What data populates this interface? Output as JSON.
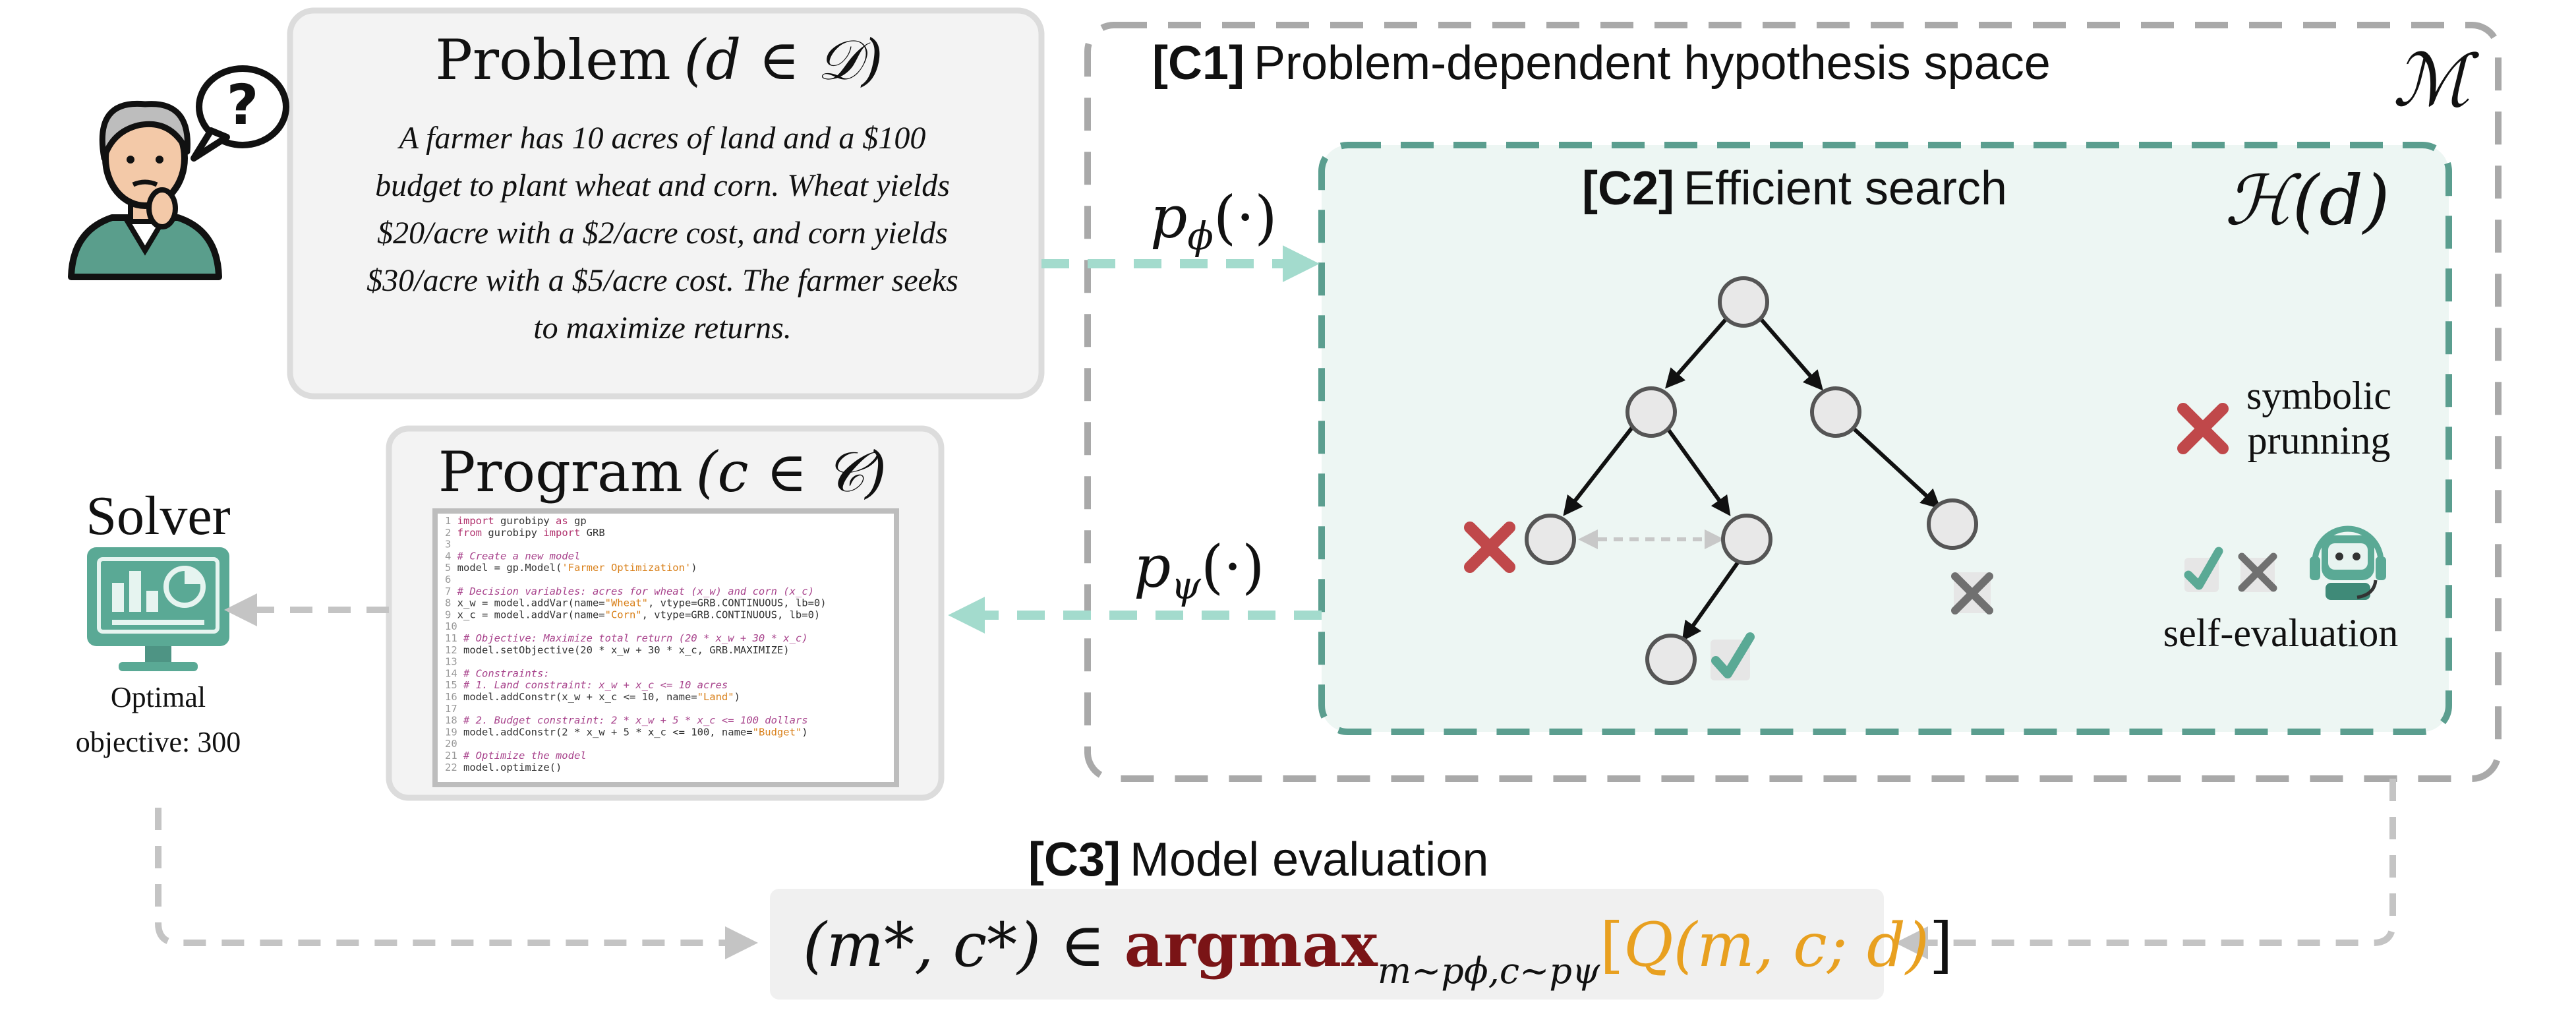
{
  "problem": {
    "title_word": "Problem",
    "title_math": "(d ∈ 𝒟)",
    "text_lines": [
      "A farmer has 10  acres of land and a $100",
      "budget to plant wheat and corn. Wheat yields",
      "$20/acre with a $2/acre cost, and corn yields",
      "$30/acre with a $5/acre cost. The farmer seeks",
      "to maximize returns."
    ]
  },
  "c1": {
    "tag": "[C1]",
    "label": "Problem-dependent hypothesis space",
    "space_symbol": "ℳ"
  },
  "c2": {
    "tag": "[C2]",
    "label": "Efficient search",
    "space_symbol": "ℋ(d)"
  },
  "c3": {
    "tag": "[C3]",
    "label": "Model evaluation"
  },
  "p_phi": {
    "base": "p",
    "sub": "ϕ",
    "arg": "(·)"
  },
  "p_psi": {
    "base": "p",
    "sub": "ψ",
    "arg": "(·)"
  },
  "legend": {
    "symbolic_line1": "symbolic",
    "symbolic_line2": "prunning",
    "self_eval": "self-evaluation"
  },
  "program": {
    "title_word": "Program",
    "title_math": "(c ∈ 𝒞)",
    "code": [
      {
        "n": "1",
        "segs": [
          [
            "kw",
            "import"
          ],
          [
            "t",
            " gurobipy "
          ],
          [
            "kw",
            "as"
          ],
          [
            "t",
            " gp"
          ]
        ]
      },
      {
        "n": "2",
        "segs": [
          [
            "kw",
            "from"
          ],
          [
            "t",
            " gurobipy "
          ],
          [
            "kw",
            "import"
          ],
          [
            "t",
            " GRB"
          ]
        ]
      },
      {
        "n": "3",
        "segs": []
      },
      {
        "n": "4",
        "segs": [
          [
            "cmt",
            "# Create a new model"
          ]
        ]
      },
      {
        "n": "5",
        "segs": [
          [
            "t",
            "model = gp.Model("
          ],
          [
            "str",
            "'Farmer Optimization'"
          ],
          [
            "t",
            ")"
          ]
        ]
      },
      {
        "n": "6",
        "segs": []
      },
      {
        "n": "7",
        "segs": [
          [
            "cmt",
            "# Decision variables: acres for wheat (x_w) and corn (x_c)"
          ]
        ]
      },
      {
        "n": "8",
        "segs": [
          [
            "t",
            "x_w = model.addVar(name="
          ],
          [
            "str",
            "\"Wheat\""
          ],
          [
            "t",
            ", vtype=GRB.CONTINUOUS, lb=0)"
          ]
        ]
      },
      {
        "n": "9",
        "segs": [
          [
            "t",
            "x_c = model.addVar(name="
          ],
          [
            "str",
            "\"Corn\""
          ],
          [
            "t",
            ", vtype=GRB.CONTINUOUS, lb=0)"
          ]
        ]
      },
      {
        "n": "10",
        "segs": []
      },
      {
        "n": "11",
        "segs": [
          [
            "cmt",
            "# Objective: Maximize total return (20 * x_w + 30 * x_c)"
          ]
        ]
      },
      {
        "n": "12",
        "segs": [
          [
            "t",
            "model.setObjective(20 * x_w + 30 * x_c, GRB.MAXIMIZE)"
          ]
        ]
      },
      {
        "n": "13",
        "segs": []
      },
      {
        "n": "14",
        "segs": [
          [
            "cmt",
            "# Constraints:"
          ]
        ]
      },
      {
        "n": "15",
        "segs": [
          [
            "cmt",
            "# 1. Land constraint: x_w + x_c <= 10 acres"
          ]
        ]
      },
      {
        "n": "16",
        "segs": [
          [
            "t",
            "model.addConstr(x_w + x_c <= 10, name="
          ],
          [
            "str",
            "\"Land\""
          ],
          [
            "t",
            ")"
          ]
        ]
      },
      {
        "n": "17",
        "segs": []
      },
      {
        "n": "18",
        "segs": [
          [
            "cmt",
            "# 2. Budget constraint: 2 * x_w + 5 * x_c <= 100 dollars"
          ]
        ]
      },
      {
        "n": "19",
        "segs": [
          [
            "t",
            "model.addConstr(2 * x_w + 5 * x_c <= 100, name="
          ],
          [
            "str",
            "\"Budget\""
          ],
          [
            "t",
            ")"
          ]
        ]
      },
      {
        "n": "20",
        "segs": []
      },
      {
        "n": "21",
        "segs": [
          [
            "cmt",
            "# Optimize the model"
          ]
        ]
      },
      {
        "n": "22",
        "segs": [
          [
            "t",
            "model.optimize()"
          ]
        ]
      }
    ]
  },
  "solver": {
    "title": "Solver",
    "caption_line1": "Optimal",
    "caption_line2": "objective: 300"
  },
  "formula": {
    "lhs": "(m*, c*) ∈ ",
    "argmax": "argmax",
    "subscript": "m∼pϕ,c∼pψ",
    "q_open": "[",
    "q": "Q(m, c; d)",
    "q_close": "]"
  },
  "colors": {
    "teal": "#5b9e8f",
    "teal_arrow": "#9fd6c8",
    "teal_fill": "#edf6f3",
    "gray_dash": "#a9a9a9",
    "red_x": "#c0484a",
    "dark_red": "#7a1416",
    "orange": "#e8a020"
  },
  "icons": [
    "person-question-icon",
    "monitor-chart-icon",
    "check-icon",
    "cross-icon",
    "robot-headset-icon"
  ]
}
